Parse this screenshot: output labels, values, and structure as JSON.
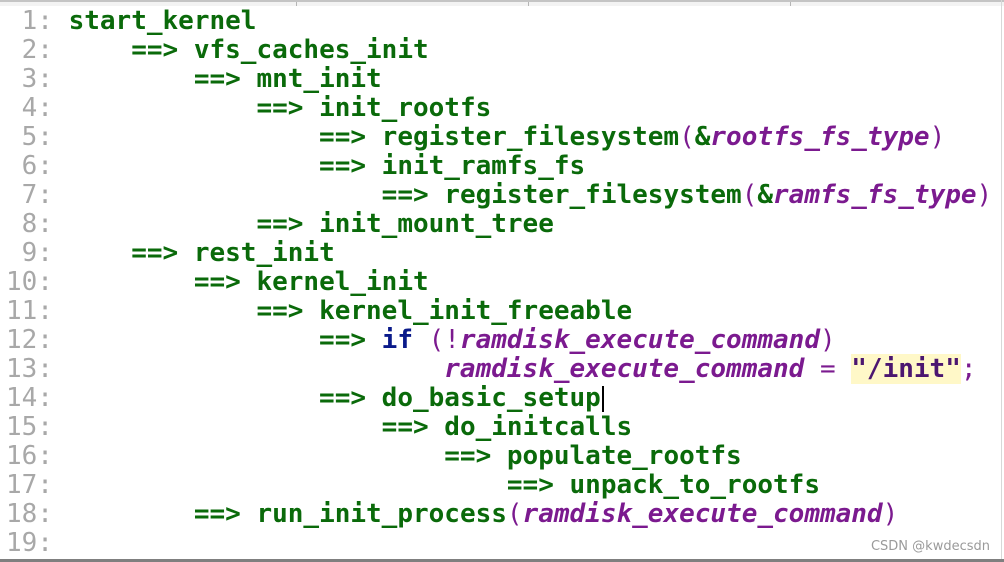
{
  "colors": {
    "function": "#0a6a0a",
    "keyword": "#0a1a8a",
    "parameter": "#7b1a8f",
    "punctuation": "#7b1a8f",
    "string": "#4b1670",
    "string_highlight": "#fff8c8",
    "line_number": "#a8a8a8",
    "background": "#ffffff"
  },
  "editor": {
    "cursor_line": 14,
    "lines": [
      {
        "num": "1:",
        "tokens": [
          {
            "t": "start_kernel",
            "k": "fn"
          }
        ]
      },
      {
        "num": "2:",
        "tokens": [
          {
            "t": "    ",
            "k": "indent"
          },
          {
            "t": "==> ",
            "k": "arrow"
          },
          {
            "t": "vfs_caches_init",
            "k": "fn"
          }
        ]
      },
      {
        "num": "3:",
        "tokens": [
          {
            "t": "        ",
            "k": "indent"
          },
          {
            "t": "==> ",
            "k": "arrow"
          },
          {
            "t": "mnt_init",
            "k": "fn"
          }
        ]
      },
      {
        "num": "4:",
        "tokens": [
          {
            "t": "            ",
            "k": "indent"
          },
          {
            "t": "==> ",
            "k": "arrow"
          },
          {
            "t": "init_rootfs",
            "k": "fn"
          }
        ]
      },
      {
        "num": "5:",
        "tokens": [
          {
            "t": "                ",
            "k": "indent"
          },
          {
            "t": "==> ",
            "k": "arrow"
          },
          {
            "t": "register_filesystem",
            "k": "fn"
          },
          {
            "t": "(",
            "k": "punct"
          },
          {
            "t": "&",
            "k": "amp"
          },
          {
            "t": "rootfs_fs_type",
            "k": "param"
          },
          {
            "t": ")",
            "k": "punct"
          }
        ]
      },
      {
        "num": "6:",
        "tokens": [
          {
            "t": "                ",
            "k": "indent"
          },
          {
            "t": "==> ",
            "k": "arrow"
          },
          {
            "t": "init_ramfs_fs",
            "k": "fn"
          }
        ]
      },
      {
        "num": "7:",
        "tokens": [
          {
            "t": "                    ",
            "k": "indent"
          },
          {
            "t": "==> ",
            "k": "arrow"
          },
          {
            "t": "register_filesystem",
            "k": "fn"
          },
          {
            "t": "(",
            "k": "punct"
          },
          {
            "t": "&",
            "k": "amp"
          },
          {
            "t": "ramfs_fs_type",
            "k": "param"
          },
          {
            "t": ")",
            "k": "punct"
          }
        ]
      },
      {
        "num": "8:",
        "tokens": [
          {
            "t": "            ",
            "k": "indent"
          },
          {
            "t": "==> ",
            "k": "arrow"
          },
          {
            "t": "init_mount_tree",
            "k": "fn"
          }
        ]
      },
      {
        "num": "9:",
        "tokens": [
          {
            "t": "    ",
            "k": "indent"
          },
          {
            "t": "==> ",
            "k": "arrow"
          },
          {
            "t": "rest_init",
            "k": "fn"
          }
        ]
      },
      {
        "num": "10:",
        "tokens": [
          {
            "t": "        ",
            "k": "indent"
          },
          {
            "t": "==> ",
            "k": "arrow"
          },
          {
            "t": "kernel_init",
            "k": "fn"
          }
        ]
      },
      {
        "num": "11:",
        "tokens": [
          {
            "t": "            ",
            "k": "indent"
          },
          {
            "t": "==> ",
            "k": "arrow"
          },
          {
            "t": "kernel_init_freeable",
            "k": "fn"
          }
        ]
      },
      {
        "num": "12:",
        "tokens": [
          {
            "t": "                ",
            "k": "indent"
          },
          {
            "t": "==> ",
            "k": "arrow"
          },
          {
            "t": "if",
            "k": "keyword"
          },
          {
            "t": " ",
            "k": "space"
          },
          {
            "t": "(!",
            "k": "punct"
          },
          {
            "t": "ramdisk_execute_command",
            "k": "param"
          },
          {
            "t": ")",
            "k": "punct"
          }
        ]
      },
      {
        "num": "13:",
        "tokens": [
          {
            "t": "                        ",
            "k": "indent"
          },
          {
            "t": "ramdisk_execute_command",
            "k": "param"
          },
          {
            "t": " = ",
            "k": "punct"
          },
          {
            "t": "\"/init\"",
            "k": "string"
          },
          {
            "t": ";",
            "k": "punct"
          }
        ]
      },
      {
        "num": "14:",
        "tokens": [
          {
            "t": "                ",
            "k": "indent"
          },
          {
            "t": "==> ",
            "k": "arrow"
          },
          {
            "t": "do_basic_setup",
            "k": "fn"
          }
        ]
      },
      {
        "num": "15:",
        "tokens": [
          {
            "t": "                    ",
            "k": "indent"
          },
          {
            "t": "==> ",
            "k": "arrow"
          },
          {
            "t": "do_initcalls",
            "k": "fn"
          }
        ]
      },
      {
        "num": "16:",
        "tokens": [
          {
            "t": "                        ",
            "k": "indent"
          },
          {
            "t": "==> ",
            "k": "arrow"
          },
          {
            "t": "populate_rootfs",
            "k": "fn"
          }
        ]
      },
      {
        "num": "17:",
        "tokens": [
          {
            "t": "                            ",
            "k": "indent"
          },
          {
            "t": "==> ",
            "k": "arrow"
          },
          {
            "t": "unpack_to_rootfs",
            "k": "fn"
          }
        ]
      },
      {
        "num": "18:",
        "tokens": [
          {
            "t": "        ",
            "k": "indent"
          },
          {
            "t": "==> ",
            "k": "arrow"
          },
          {
            "t": "run_init_process",
            "k": "fn"
          },
          {
            "t": "(",
            "k": "punct"
          },
          {
            "t": "ramdisk_execute_command",
            "k": "param"
          },
          {
            "t": ")",
            "k": "punct"
          }
        ]
      },
      {
        "num": "19:",
        "tokens": []
      }
    ]
  },
  "watermark": "CSDN @kwdecsdn"
}
